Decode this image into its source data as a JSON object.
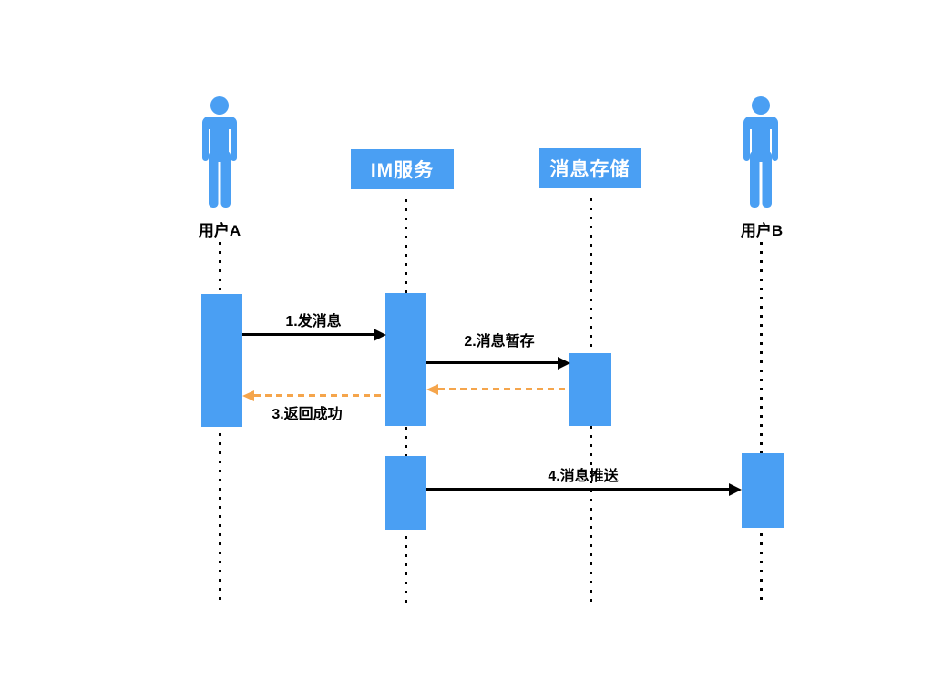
{
  "diagram": {
    "type": "sequence",
    "actors": [
      {
        "id": "user-a",
        "label": "用户A",
        "shape": "person-icon"
      },
      {
        "id": "im-service",
        "label": "IM服务",
        "shape": "rect"
      },
      {
        "id": "message-store",
        "label": "消息存储",
        "shape": "rect"
      },
      {
        "id": "user-b",
        "label": "用户B",
        "shape": "person-icon"
      }
    ],
    "messages": [
      {
        "order": "1",
        "label": "1.发消息",
        "from": "user-a",
        "to": "im-service",
        "line": "solid-black"
      },
      {
        "order": "2",
        "label": "2.消息暂存",
        "from": "im-service",
        "to": "message-store",
        "line": "solid-black"
      },
      {
        "order": "3",
        "label": "3.返回成功",
        "from": "message-store",
        "to": "user-a",
        "via": "im-service",
        "line": "dashed-orange"
      },
      {
        "order": "4",
        "label": "4.消息推送",
        "from": "im-service",
        "to": "user-b",
        "line": "solid-black"
      }
    ],
    "colors": {
      "shape_blue": "#4A9FF3",
      "return_orange": "#F5A54C",
      "message_black": "#000000",
      "background": "#FFFFFF"
    }
  }
}
